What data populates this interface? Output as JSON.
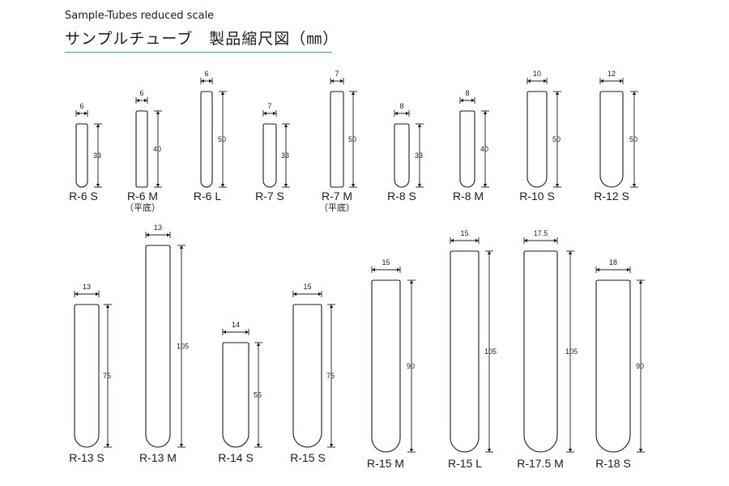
{
  "header": {
    "subtitle": "Sample-Tubes  reduced scale",
    "title": "サンプルチューブ　製品縮尺図（㎜）"
  },
  "tubes": [
    {
      "name": "R-6 S",
      "width": "6",
      "height": "33",
      "bottom": "round"
    },
    {
      "name": "R-6 M",
      "width": "6",
      "height": "40",
      "bottom": "flat",
      "note": "（平底）"
    },
    {
      "name": "R-6 L",
      "width": "6",
      "height": "50",
      "bottom": "round"
    },
    {
      "name": "R-7 S",
      "width": "7",
      "height": "33",
      "bottom": "round"
    },
    {
      "name": "R-7 M",
      "width": "7",
      "height": "50",
      "bottom": "flat",
      "note": "（平底）"
    },
    {
      "name": "R-8 S",
      "width": "8",
      "height": "33",
      "bottom": "round"
    },
    {
      "name": "R-8 M",
      "width": "8",
      "height": "40",
      "bottom": "round"
    },
    {
      "name": "R-10 S",
      "width": "10",
      "height": "50",
      "bottom": "round"
    },
    {
      "name": "R-12 S",
      "width": "12",
      "height": "50",
      "bottom": "round"
    },
    {
      "name": "R-13 S",
      "width": "13",
      "height": "75",
      "bottom": "round"
    },
    {
      "name": "R-13 M",
      "width": "13",
      "height": "105",
      "bottom": "round"
    },
    {
      "name": "R-14 S",
      "width": "14",
      "height": "55",
      "bottom": "round"
    },
    {
      "name": "R-15 S",
      "width": "15",
      "height": "75",
      "bottom": "round"
    },
    {
      "name": "R-15 M",
      "width": "15",
      "height": "90",
      "bottom": "round"
    },
    {
      "name": "R-15 L",
      "width": "15",
      "height": "105",
      "bottom": "round"
    },
    {
      "name": "R-17.5 M",
      "width": "17.5",
      "height": "105",
      "bottom": "round"
    },
    {
      "name": "R-18 S",
      "width": "18",
      "height": "90",
      "bottom": "round"
    }
  ],
  "colors": {
    "line": "#231815",
    "accent_rule": "#2fa4c8"
  }
}
